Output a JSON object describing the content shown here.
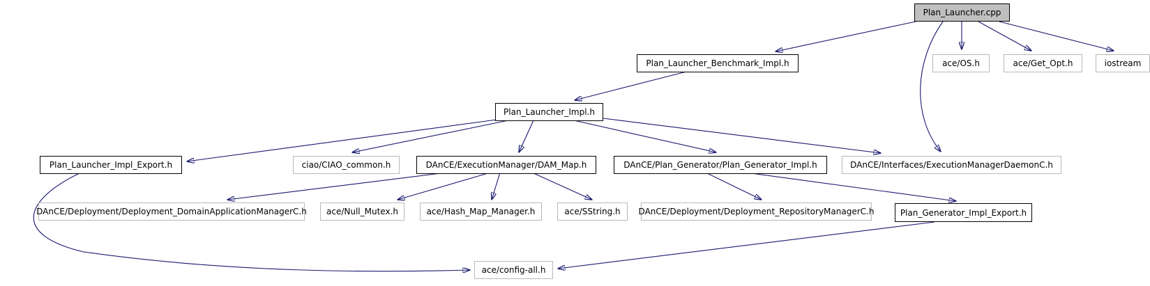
{
  "graph": {
    "kind": "include-dependency-graph",
    "colors": {
      "edge": "#191970",
      "node_border_strong": "#000000",
      "node_border_light": "#b9b9b9",
      "root_node_fill": "#bfbfbf",
      "node_fill": "#ffffff",
      "text": "#000000",
      "background": "#ffffff"
    },
    "nodes": [
      {
        "id": "plan-launcher-cpp",
        "label": "Plan_Launcher.cpp"
      },
      {
        "id": "benchmark-impl-h",
        "label": "Plan_Launcher_Benchmark_Impl.h"
      },
      {
        "id": "ace-os-h",
        "label": "ace/OS.h"
      },
      {
        "id": "ace-get-opt-h",
        "label": "ace/Get_Opt.h"
      },
      {
        "id": "iostream",
        "label": "iostream"
      },
      {
        "id": "launcher-impl-h",
        "label": "Plan_Launcher_Impl.h"
      },
      {
        "id": "launcher-impl-export-h",
        "label": "Plan_Launcher_Impl_Export.h"
      },
      {
        "id": "ciao-common-h",
        "label": "ciao/CIAO_common.h"
      },
      {
        "id": "dam-map-h",
        "label": "DAnCE/ExecutionManager/DAM_Map.h"
      },
      {
        "id": "plan-generator-impl-h",
        "label": "DAnCE/Plan_Generator/Plan_Generator_Impl.h"
      },
      {
        "id": "em-daemonc-h",
        "label": "DAnCE/Interfaces/ExecutionManagerDaemonC.h"
      },
      {
        "id": "domain-app-managerc-h",
        "label": "DAnCE/Deployment/Deployment_DomainApplicationManagerC.h"
      },
      {
        "id": "null-mutex-h",
        "label": "ace/Null_Mutex.h"
      },
      {
        "id": "hash-map-manager-h",
        "label": "ace/Hash_Map_Manager.h"
      },
      {
        "id": "sstring-h",
        "label": "ace/SString.h"
      },
      {
        "id": "repo-managerc-h",
        "label": "DAnCE/Deployment/Deployment_RepositoryManagerC.h"
      },
      {
        "id": "plan-gen-impl-export-h",
        "label": "Plan_Generator_Impl_Export.h"
      },
      {
        "id": "config-all-h",
        "label": "ace/config-all.h"
      }
    ],
    "edges": [
      {
        "from": "Plan_Launcher.cpp",
        "to": "Plan_Launcher_Benchmark_Impl.h"
      },
      {
        "from": "Plan_Launcher.cpp",
        "to": "ace/OS.h"
      },
      {
        "from": "Plan_Launcher.cpp",
        "to": "ace/Get_Opt.h"
      },
      {
        "from": "Plan_Launcher.cpp",
        "to": "iostream"
      },
      {
        "from": "Plan_Launcher.cpp",
        "to": "DAnCE/Interfaces/ExecutionManagerDaemonC.h"
      },
      {
        "from": "Plan_Launcher_Benchmark_Impl.h",
        "to": "Plan_Launcher_Impl.h"
      },
      {
        "from": "Plan_Launcher_Impl.h",
        "to": "Plan_Launcher_Impl_Export.h"
      },
      {
        "from": "Plan_Launcher_Impl.h",
        "to": "ciao/CIAO_common.h"
      },
      {
        "from": "Plan_Launcher_Impl.h",
        "to": "DAnCE/ExecutionManager/DAM_Map.h"
      },
      {
        "from": "Plan_Launcher_Impl.h",
        "to": "DAnCE/Plan_Generator/Plan_Generator_Impl.h"
      },
      {
        "from": "Plan_Launcher_Impl.h",
        "to": "DAnCE/Interfaces/ExecutionManagerDaemonC.h"
      },
      {
        "from": "DAnCE/ExecutionManager/DAM_Map.h",
        "to": "DAnCE/Deployment/Deployment_DomainApplicationManagerC.h"
      },
      {
        "from": "DAnCE/ExecutionManager/DAM_Map.h",
        "to": "ace/Null_Mutex.h"
      },
      {
        "from": "DAnCE/ExecutionManager/DAM_Map.h",
        "to": "ace/Hash_Map_Manager.h"
      },
      {
        "from": "DAnCE/ExecutionManager/DAM_Map.h",
        "to": "ace/SString.h"
      },
      {
        "from": "DAnCE/Plan_Generator/Plan_Generator_Impl.h",
        "to": "DAnCE/Deployment/Deployment_RepositoryManagerC.h"
      },
      {
        "from": "DAnCE/Plan_Generator/Plan_Generator_Impl.h",
        "to": "Plan_Generator_Impl_Export.h"
      },
      {
        "from": "Plan_Launcher_Impl_Export.h",
        "to": "ace/config-all.h"
      },
      {
        "from": "Plan_Generator_Impl_Export.h",
        "to": "ace/config-all.h"
      }
    ]
  }
}
